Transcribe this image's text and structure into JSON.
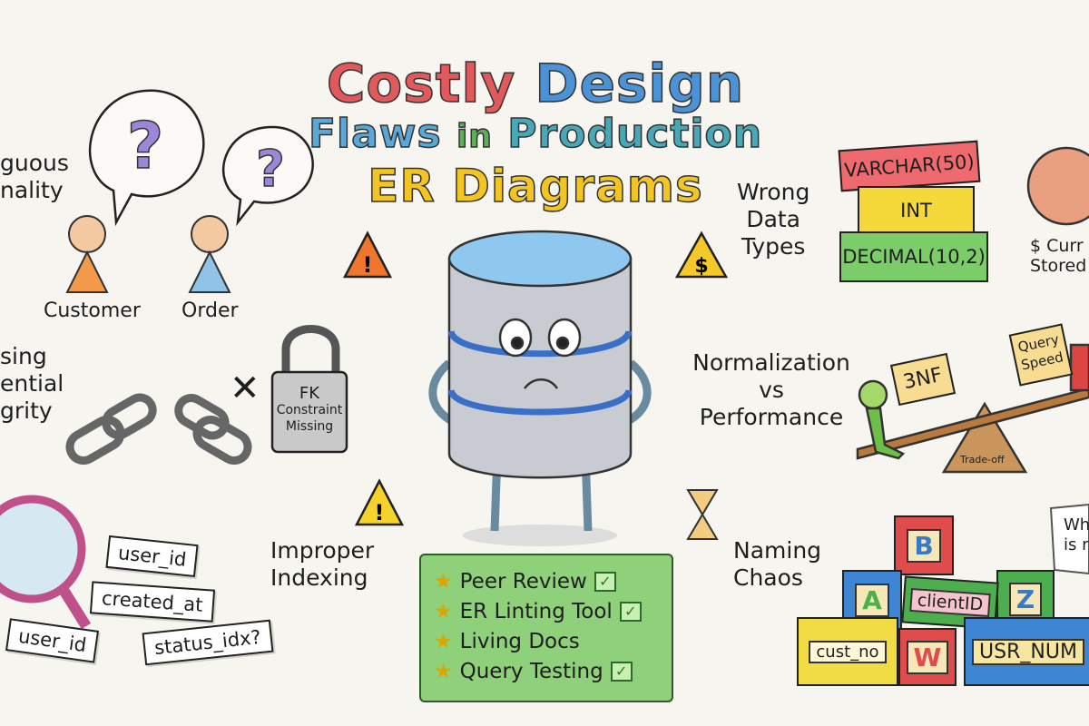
{
  "title": {
    "line1": [
      {
        "text": "Costly",
        "color": "#e2595c"
      },
      {
        "text": "Design",
        "color": "#4b93d6"
      }
    ],
    "line2": [
      {
        "text": "Flaws",
        "color": "#58a9d8"
      },
      {
        "text": "in",
        "color": "#5db05a"
      },
      {
        "text": "Production",
        "color": "#49a8b8"
      }
    ],
    "line3": [
      {
        "text": "ER Diagrams",
        "color": "#f2c522"
      }
    ]
  },
  "sections": {
    "ambiguous": {
      "line1": "guous",
      "line2": "nality",
      "entities": [
        "Customer",
        "Order"
      ],
      "bubble_glyph": "?"
    },
    "integrity": {
      "line1": "sing",
      "line2": "ential",
      "line3": "grity",
      "x_mark": "✕",
      "lock_text": [
        "FK",
        "Constraint",
        "Missing"
      ]
    },
    "indexing": {
      "line1": "Improper",
      "line2": "Indexing",
      "tags": [
        "user_id",
        "created_at",
        "user_id",
        "status_idx?"
      ]
    },
    "data_types": {
      "line1": "Wrong",
      "line2": "Data",
      "line3": "Types",
      "blocks": [
        "VARCHAR(50)",
        "INT",
        "DECIMAL(10,2)"
      ],
      "note_line1": "$ Curr",
      "note_line2": "Stored a",
      "warning_glyph": "$"
    },
    "normalization": {
      "line1": "Normalization",
      "line2": "vs",
      "line3": "Performance",
      "sign_left": "3NF",
      "sign_right": [
        "Query",
        "Speed"
      ],
      "fulcrum": "Trade-off"
    },
    "naming": {
      "line1": "Naming",
      "line2": "Chaos",
      "letters": [
        "B",
        "A",
        "Z",
        "W"
      ],
      "names": [
        "clientID",
        "cust_no",
        "USR_NUM"
      ],
      "note_line1": "Wh",
      "note_line2": "is r"
    }
  },
  "checklist": [
    {
      "label": "Peer Review",
      "checked": true
    },
    {
      "label": "ER Linting Tool",
      "checked": true
    },
    {
      "label": "Living Docs",
      "checked": false
    },
    {
      "label": "Query Testing",
      "checked": true
    }
  ],
  "icons": {
    "star": "★",
    "check": "✓",
    "warning": "!"
  }
}
